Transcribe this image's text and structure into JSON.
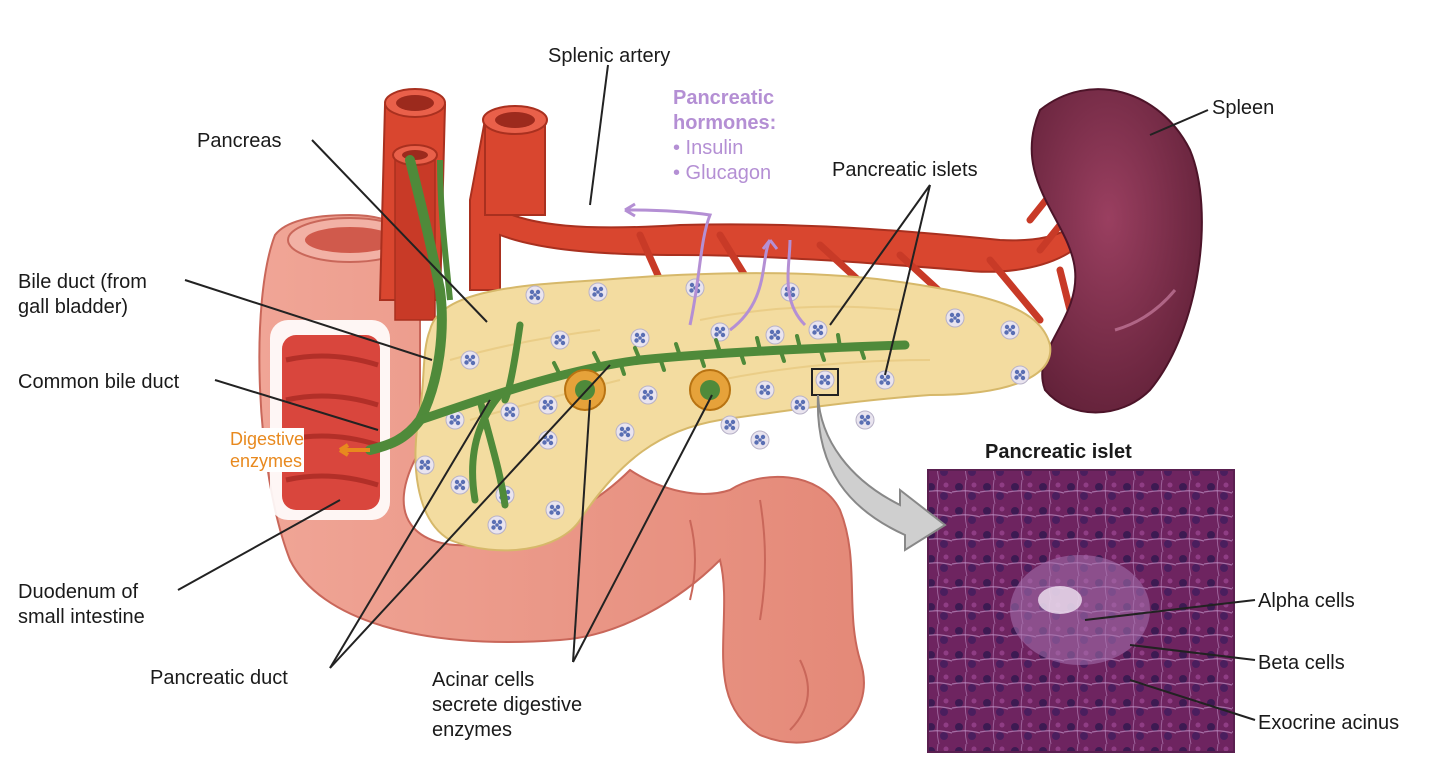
{
  "labels": {
    "splenic_artery": "Splenic artery",
    "spleen": "Spleen",
    "pancreas": "Pancreas",
    "hormones_title_1": "Pancreatic",
    "hormones_title_2": "hormones:",
    "hormone_insulin": "• Insulin",
    "hormone_glucagon": "• Glucagon",
    "pancreatic_islets": "Pancreatic islets",
    "bile_duct_1": "Bile duct (from",
    "bile_duct_2": "gall bladder)",
    "common_bile_duct": "Common bile duct",
    "digestive_enzymes_1": "Digestive",
    "digestive_enzymes_2": "enzymes",
    "duodenum_1": "Duodenum of",
    "duodenum_2": "small intestine",
    "pancreatic_duct": "Pancreatic duct",
    "acinar_1": "Acinar cells",
    "acinar_2": "secrete digestive",
    "acinar_3": "enzymes",
    "pancreatic_islet_title": "Pancreatic islet",
    "alpha_cells": "Alpha cells",
    "beta_cells": "Beta cells",
    "exocrine_acinus": "Exocrine acinus"
  },
  "colors": {
    "artery": "#d9462f",
    "artery_dark": "#b5321f",
    "spleen": "#7e2d4a",
    "pancreas": "#f3dca0",
    "duct": "#4f8a3a",
    "intestine": "#e9958a",
    "islet": "#5a6fb3",
    "hormone_text": "#b48fd4",
    "enzyme_text": "#e8891e",
    "micrograph": "#7a2a6a"
  }
}
